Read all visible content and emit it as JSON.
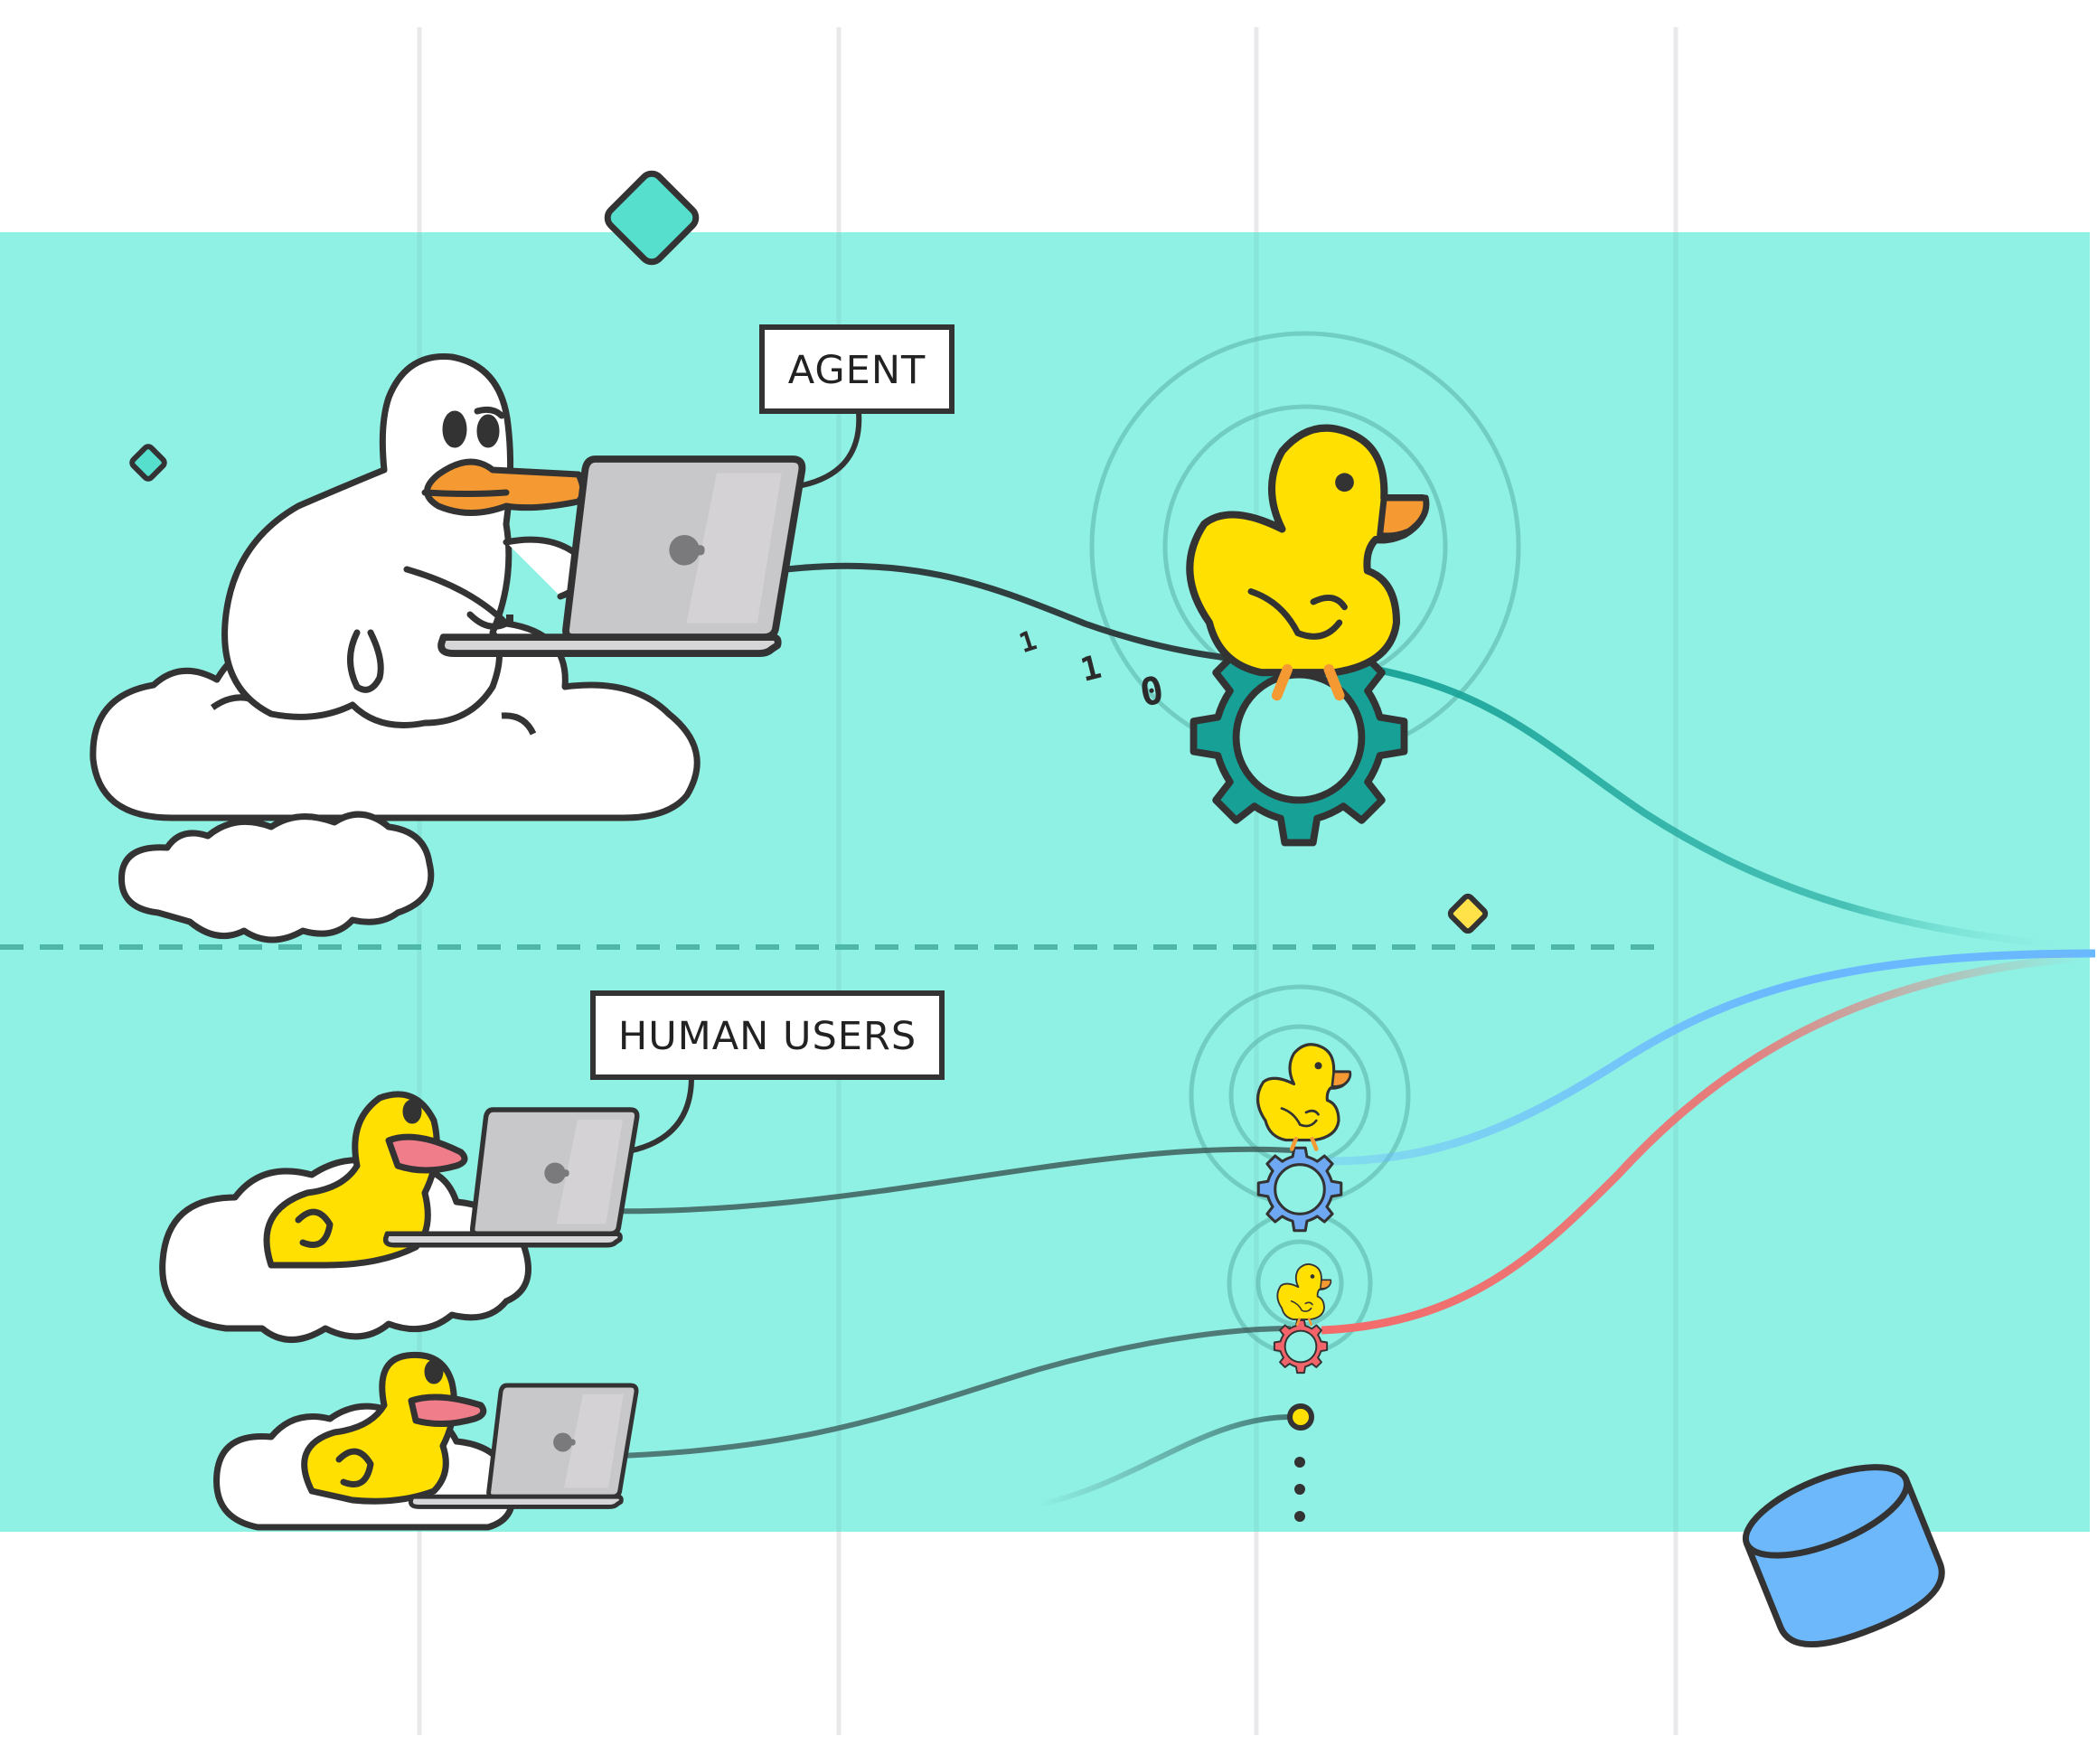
{
  "labels": {
    "agent": "AGENT",
    "human_users": "HUMAN USERS"
  },
  "binary_bits": [
    "1",
    "1",
    "0"
  ],
  "colors": {
    "panel": "#8ff0e4",
    "outline": "#333333",
    "duck_yellow": "#ffe000",
    "beak_orange": "#f59a33",
    "beak_pink": "#f07d8a",
    "gear_teal": "#17a196",
    "gear_blue": "#6fa8f2",
    "gear_red": "#f2646a",
    "cylinder_blue": "#6cb8fb",
    "laptop_grey": "#c8c7c9",
    "flow_blue": "#6ab8ff",
    "flow_red": "#f46a6a",
    "diamond_teal": "#55dfcc",
    "diamond_yellow": "#ffe14a"
  },
  "icons": [
    "white-agent-duck",
    "yellow-user-duck",
    "laptop",
    "cloud",
    "gear",
    "diamond",
    "database-cylinder"
  ]
}
